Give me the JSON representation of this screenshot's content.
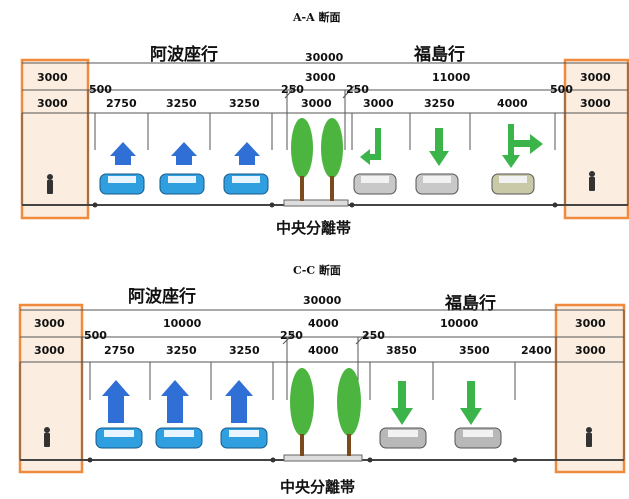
{
  "colors": {
    "walkway_fill": "#fbeee0",
    "walkway_border": "#f08a3c",
    "arrow_up": "#2f6fd6",
    "arrow_down": "#3bb54a",
    "tree": "#4bb53f",
    "car_blue": "#2f9fe0",
    "car_gray": "#b8b8b8"
  },
  "sections": [
    {
      "title": "A-A 断面",
      "left_direction": "阿波座行",
      "right_direction": "福島行",
      "median_label": "中央分離帯",
      "total_width": "30000",
      "row1": {
        "left_side": "3000",
        "left_group": "",
        "median": "3000",
        "right_group": "11000",
        "right_side": "3000"
      },
      "row2": {
        "left_side": "3000",
        "left_gap": "500",
        "left_lanes": [
          "2750",
          "3250",
          "3250"
        ],
        "left_buffer": "250",
        "median": "3000",
        "right_buffer": "250",
        "right_lanes": [
          "3000",
          "3250",
          "4000"
        ],
        "right_gap": "500",
        "right_side": "3000"
      },
      "left_arrows": [
        "up",
        "up",
        "up"
      ],
      "right_arrows": [
        "left-turn",
        "down",
        "right-turn"
      ]
    },
    {
      "title": "C-C 断面",
      "left_direction": "阿波座行",
      "right_direction": "福島行",
      "median_label": "中央分離帯",
      "total_width": "30000",
      "row1": {
        "left_side": "3000",
        "left_group": "10000",
        "median": "4000",
        "right_group": "10000",
        "right_side": "3000"
      },
      "row2": {
        "left_side": "3000",
        "left_gap": "500",
        "left_lanes": [
          "2750",
          "3250",
          "3250"
        ],
        "left_buffer": "250",
        "median": "4000",
        "right_buffer": "250",
        "right_lanes": [
          "3850",
          "3500",
          "2400"
        ],
        "right_gap": "",
        "right_side": "3000"
      },
      "left_arrows": [
        "up",
        "up",
        "up"
      ],
      "right_arrows": [
        "down",
        "down"
      ]
    }
  ]
}
